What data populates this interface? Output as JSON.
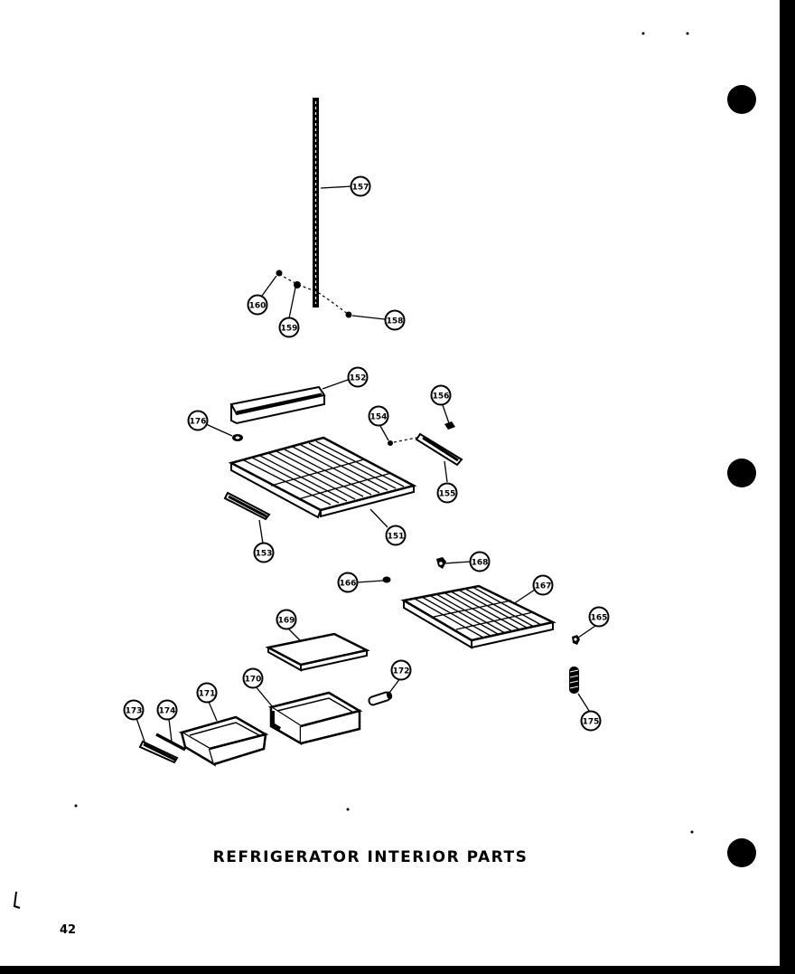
{
  "title": "REFRIGERATOR INTERIOR PARTS",
  "page_number": "42",
  "part_labels": {
    "p157": "157",
    "p160": "160",
    "p159": "159",
    "p158": "158",
    "p152": "152",
    "p176": "176",
    "p154": "154",
    "p156": "156",
    "p155": "155",
    "p151": "151",
    "p153": "153",
    "p168": "168",
    "p166": "166",
    "p167": "167",
    "p169": "169",
    "p165": "165",
    "p172": "172",
    "p171": "171",
    "p170": "170",
    "p173": "173",
    "p174": "174",
    "p175": "175"
  },
  "colors": {
    "ink": "#000000",
    "paper": "#ffffff"
  }
}
